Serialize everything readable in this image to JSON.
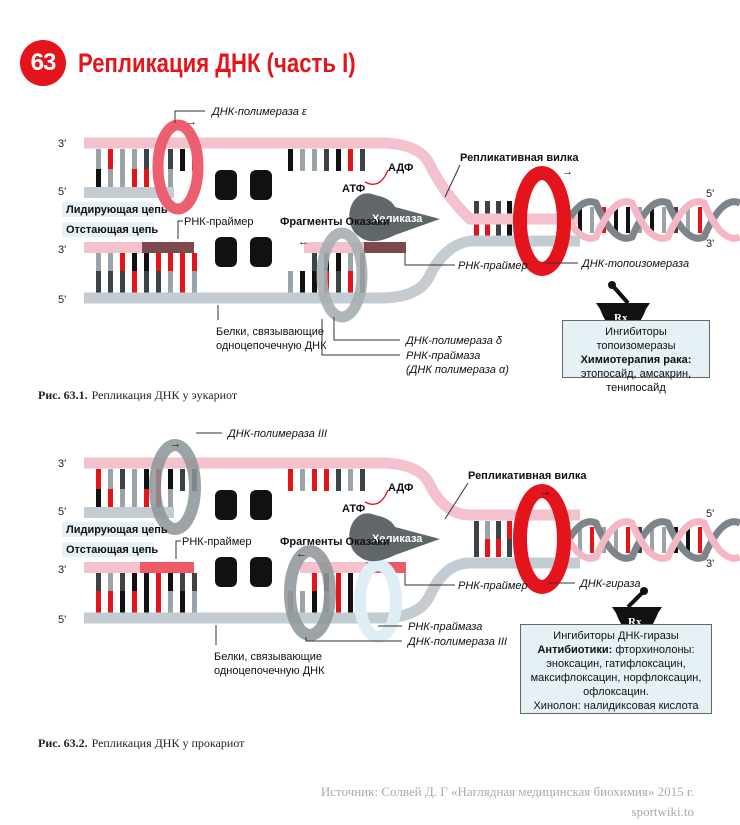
{
  "header": {
    "number": "63",
    "title": "Репликация ДНК (часть I)"
  },
  "colors": {
    "accent": "#e3141c",
    "pink_strand": "#f3c2cc",
    "grey_strand": "#c3ccd2",
    "primer_euk": "#7a4a4e",
    "primer_prok": "#ee5a66",
    "helicase": "#5f6769",
    "box_bg": "#e6f1f6"
  },
  "fig1": {
    "caption_num": "Рис. 63.1.",
    "caption_text": "Репликация ДНК у эукариот",
    "end_3_top": "3'",
    "end_5_top": "5'",
    "end_3_bottom": "3'",
    "end_5_bottom": "5'",
    "helix_5": "5'",
    "helix_3": "3'",
    "polymerase_leading": "ДНК-полимераза ε",
    "leading_strand": "Лидирующая цепь",
    "lagging_strand": "Отстающая цепь",
    "rna_primer_left": "РНК-праймер",
    "okazaki": "Фрагменты Оказаки",
    "fork": "Репликативная вилка",
    "adp": "АДФ",
    "atp": "АТФ",
    "helicase": "Хеликаза",
    "rna_primer_right": "РНК-праймер",
    "topo": "ДНК-топоизомераза",
    "ssb_line1": "Белки, связывающие",
    "ssb_line2": "одноцепочечную ДНК",
    "pol_lagging": "ДНК-полимераза δ",
    "primase_line1": "РНК-праймаза",
    "primase_line2": "(ДНК полимераза α)",
    "rx": "Rx",
    "box": {
      "line1": "Ингибиторы топоизомеразы",
      "line2_bold": "Химиотерапия рака:",
      "line3": "этопосайд, амсакрин,",
      "line4": "тенипосайд"
    }
  },
  "fig2": {
    "caption_num": "Рис. 63.2.",
    "caption_text": "Репликация ДНК у прокариот",
    "end_3_top": "3'",
    "end_5_top": "5'",
    "end_3_bottom": "3'",
    "end_5_bottom": "5'",
    "helix_5": "5'",
    "helix_3": "3'",
    "polymerase_leading": "ДНК-полимераза III",
    "leading_strand": "Лидирующая цепь",
    "lagging_strand": "Отстающая цепь",
    "rna_primer_left": "РНК-праймер",
    "okazaki": "Фрагменты Оказаки",
    "fork": "Репликативная вилка",
    "adp": "АДФ",
    "atp": "АТФ",
    "helicase": "Хеликаза",
    "rna_primer_right": "РНК-праймер",
    "gyrase": "ДНК-гираза",
    "ssb_line1": "Белки, связывающие",
    "ssb_line2": "одноцепочечную ДНК",
    "primase": "РНК-праймаза",
    "pol_lagging": "ДНК-полимераза III",
    "rx": "Rx",
    "box": {
      "line1": "Ингибиторы ДНК-гиразы",
      "line2_bold": "Антибиотики:",
      "line2_rest": " фторхинолоны:",
      "line3": "эноксацин, гатифлоксацин,",
      "line4": "максифлоксацин, норфлоксацин,",
      "line5": "офлоксацин.",
      "line6": "Хинолон: налидиксовая кислота"
    }
  },
  "source": {
    "line1": "Источник: Солвей Д. Г «Наглядная медицинская биохимия» 2015 г.",
    "line2": "sportwiki.to"
  }
}
